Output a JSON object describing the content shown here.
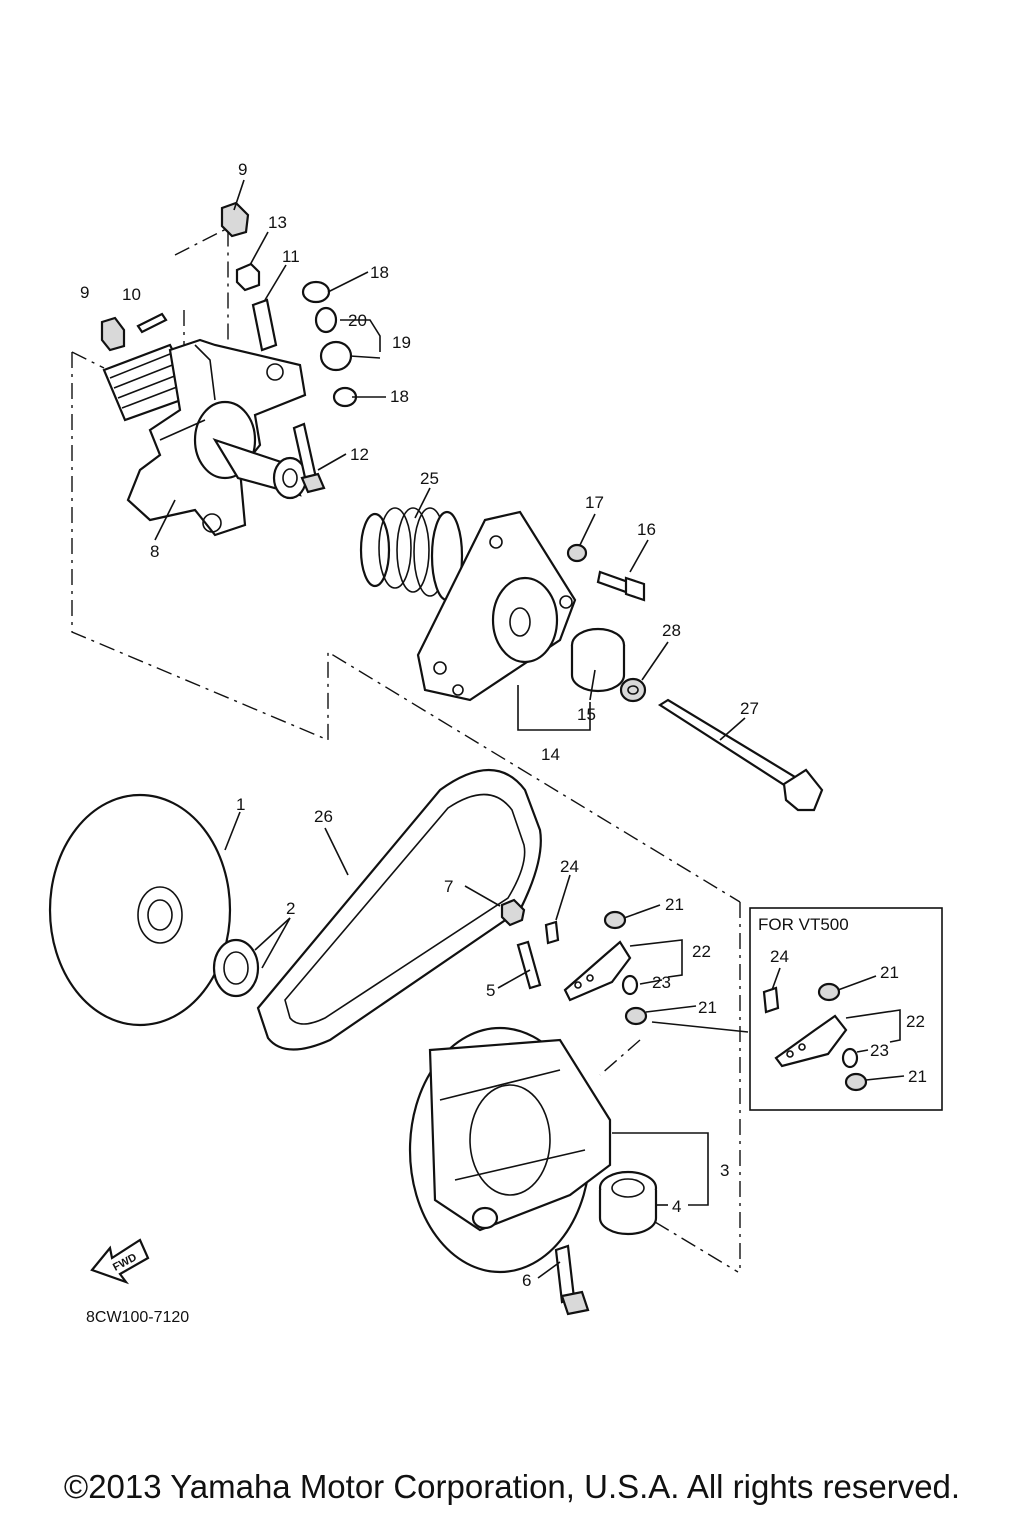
{
  "diagram": {
    "code": "8CW100-7120",
    "fwd_label": "FWD",
    "inset_title": "FOR VT500",
    "callouts": [
      {
        "id": "c9a",
        "label": "9"
      },
      {
        "id": "c13",
        "label": "13"
      },
      {
        "id": "c11",
        "label": "11"
      },
      {
        "id": "c18a",
        "label": "18"
      },
      {
        "id": "c9b",
        "label": "9"
      },
      {
        "id": "c10",
        "label": "10"
      },
      {
        "id": "c20",
        "label": "20"
      },
      {
        "id": "c19",
        "label": "19"
      },
      {
        "id": "c18b",
        "label": "18"
      },
      {
        "id": "c12",
        "label": "12"
      },
      {
        "id": "c8",
        "label": "8"
      },
      {
        "id": "c25",
        "label": "25"
      },
      {
        "id": "c17",
        "label": "17"
      },
      {
        "id": "c16",
        "label": "16"
      },
      {
        "id": "c28",
        "label": "28"
      },
      {
        "id": "c15",
        "label": "15"
      },
      {
        "id": "c14",
        "label": "14"
      },
      {
        "id": "c27",
        "label": "27"
      },
      {
        "id": "c1",
        "label": "1"
      },
      {
        "id": "c26",
        "label": "26"
      },
      {
        "id": "c2",
        "label": "2"
      },
      {
        "id": "c7",
        "label": "7"
      },
      {
        "id": "c24",
        "label": "24"
      },
      {
        "id": "c21a",
        "label": "21"
      },
      {
        "id": "c22",
        "label": "22"
      },
      {
        "id": "c23",
        "label": "23"
      },
      {
        "id": "c5",
        "label": "5"
      },
      {
        "id": "c21b",
        "label": "21"
      },
      {
        "id": "c3",
        "label": "3"
      },
      {
        "id": "c4",
        "label": "4"
      },
      {
        "id": "c6",
        "label": "6"
      },
      {
        "id": "i24",
        "label": "24"
      },
      {
        "id": "i21a",
        "label": "21"
      },
      {
        "id": "i22",
        "label": "22"
      },
      {
        "id": "i23",
        "label": "23"
      },
      {
        "id": "i21b",
        "label": "21"
      }
    ]
  },
  "footer": {
    "copyright": "©2013 Yamaha Motor Corporation, U.S.A. All rights reserved."
  }
}
